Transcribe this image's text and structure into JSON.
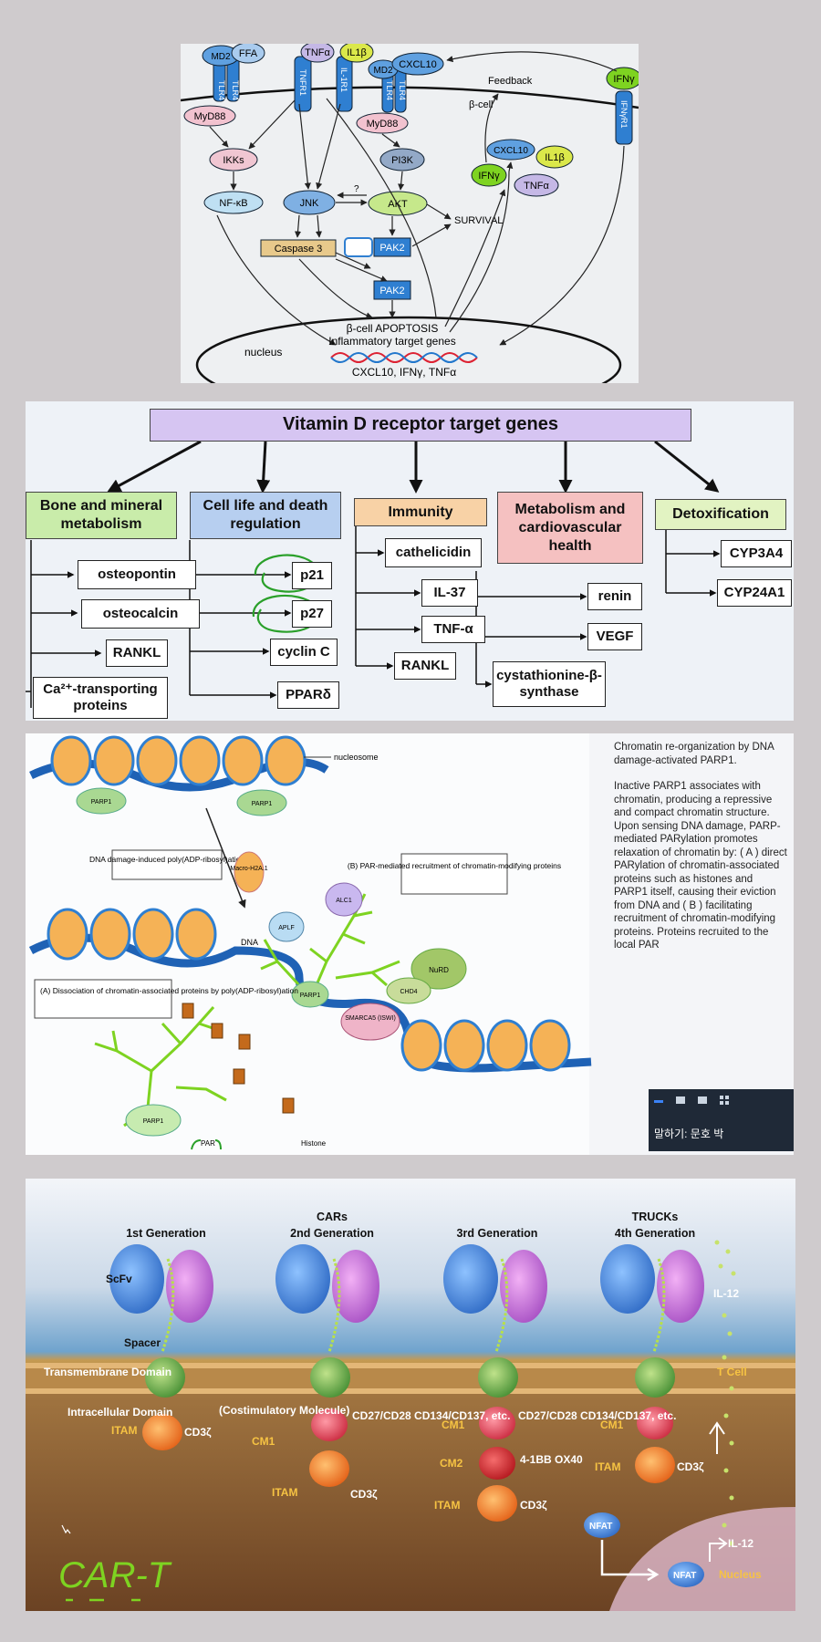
{
  "panel1": {
    "labels": {
      "ffa": "FFA",
      "md2": "MD2",
      "tlr4": "TLR4",
      "tnfa": "TNFα",
      "il1b": "IL1β",
      "tnfr1": "TNFR1",
      "il1r1": "IL-1R1",
      "cxcl10": "CXCL10",
      "ifng": "IFNγ",
      "ifngr1": "IFNγR1",
      "feedback": "Feedback",
      "beta_cell": "β-cell",
      "myd88": "MyD88",
      "ikks": "IKKs",
      "pi3k": "PI3K",
      "nfkb": "NF-κB",
      "jnk": "JNK",
      "akt": "AKT",
      "question": "?",
      "survival": "SURVIVAL",
      "caspase3": "Caspase 3",
      "pak2": "PAK2",
      "apoptosis": "β-cell APOPTOSIS",
      "inflam_genes": "Inflammatory target genes",
      "nucleus": "nucleus",
      "target_genes": "CXCL10, IFNγ, TNFα"
    }
  },
  "panel2": {
    "title": "Vitamin D receptor target genes",
    "categories": [
      {
        "label": "Bone and mineral metabolism",
        "color": "#c9ecaa",
        "genes": [
          "osteopontin",
          "osteocalcin",
          "RANKL",
          "Ca²⁺-transporting proteins"
        ]
      },
      {
        "label": "Cell life and death regulation",
        "color": "#b7cff0",
        "genes": [
          "p21",
          "p27",
          "cyclin C",
          "PPARδ"
        ]
      },
      {
        "label": "Immunity",
        "color": "#f8d2a6",
        "genes": [
          "cathelicidin",
          "IL-37",
          "TNF-α",
          "RANKL"
        ]
      },
      {
        "label": "Metabolism and cardiovascular health",
        "color": "#f5c1c1",
        "genes": [
          "renin",
          "VEGF",
          "cystathionine-β-synthase"
        ]
      },
      {
        "label": "Detoxification",
        "color": "#e2f3c2",
        "genes": [
          "CYP3A4",
          "CYP24A1"
        ]
      }
    ]
  },
  "panel3": {
    "labels": {
      "nucleosome": "nucleosome",
      "parp1": "PARP1",
      "dna": "DNA",
      "damage_box": "DNA damage-induced poly(ADP-ribosyl)ation",
      "b_box": "(B) PAR-mediated recruitment of chromatin-modifying proteins",
      "a_box": "(A) Dissociation of chromatin-associated proteins by poly(ADP-ribosyl)ation",
      "macroh2a": "Macro-H2A.1",
      "alc1": "ALC1",
      "aplf": "APLF",
      "nurd": "NuRD",
      "chd4": "CHD4",
      "smarca5": "SMARCA5 (ISWI)",
      "histone": "Histone",
      "par": "PAR"
    },
    "side_text": [
      "Chromatin re-organization by DNA damage-activated PARP1.",
      "Inactive PARP1 associates with chromatin, producing a repressive and compact chromatin structure. Upon sensing DNA damage, PARP-mediated PARylation promotes relaxation of chromatin by: ( A ) direct PARylation of chromatin-associated proteins such as histones and PARP1 itself, causing their eviction from DNA and ( B ) facilitating recruitment of chromatin-modifying proteins. Proteins recruited to the local PAR"
    ],
    "speaker": "말하기: 문호 박"
  },
  "panel4": {
    "generations": [
      "1st Generation",
      "2nd Generation",
      "3rd Generation",
      "4th Generation"
    ],
    "group_cars": "CARs",
    "group_trucks": "TRUCKs",
    "labels": {
      "scfv": "ScFv",
      "spacer": "Spacer",
      "tm_domain": "Transmembrane Domain",
      "ic_domain": "Intracellular Domain",
      "itam": "ITAM",
      "cd3z": "CD3ζ",
      "costim": "(Costimulatory Molecule)",
      "cm1": "CM1",
      "cm2": "CM2",
      "cd27": "CD27/CD28 CD134/CD137, etc.",
      "bb41": "4-1BB OX40",
      "il12": "IL-12",
      "tcell": "T Cell",
      "nfat": "NFAT",
      "nucleus": "Nucleus"
    },
    "annotation": "CAR-T"
  },
  "colors": {
    "blue": "#2f7fd1",
    "orange": "#f5b256",
    "green": "#7ed321",
    "yellow_label": "#f6c343"
  }
}
